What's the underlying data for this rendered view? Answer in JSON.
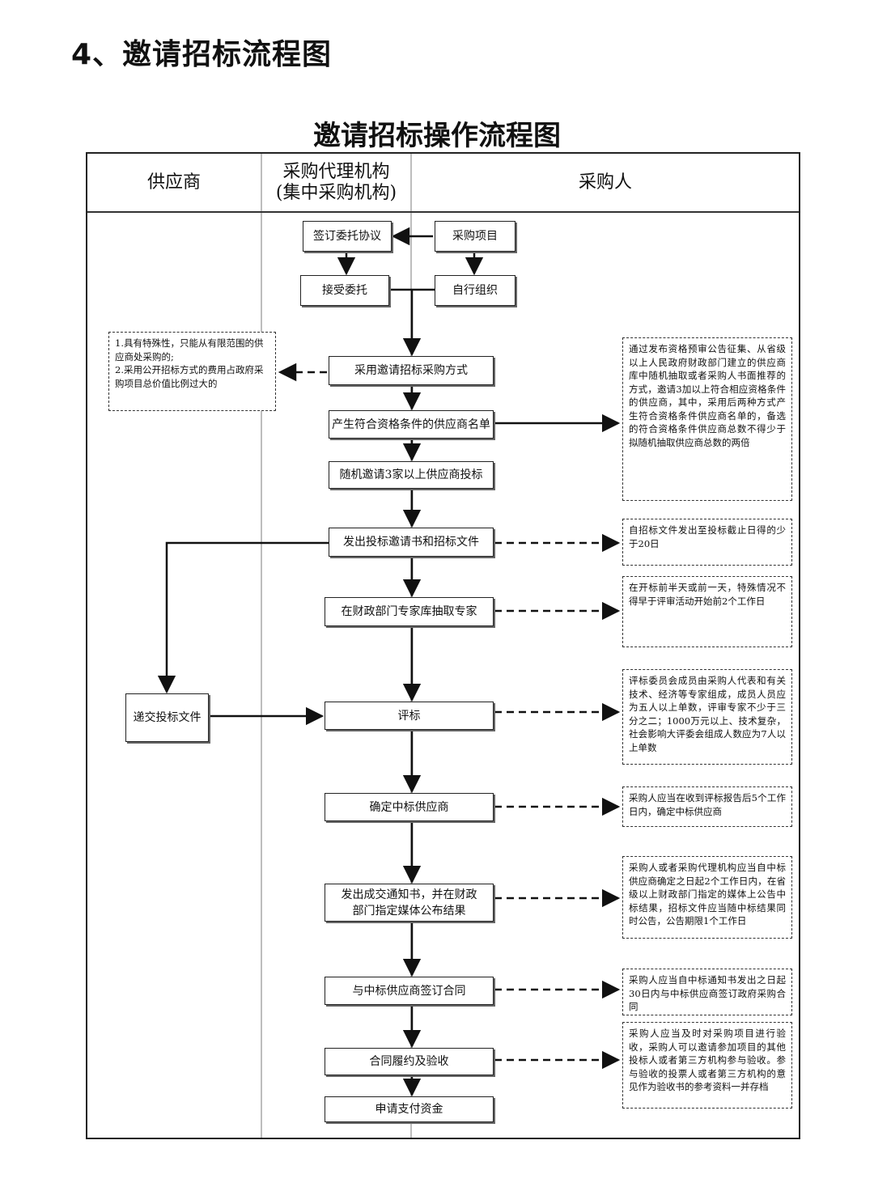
{
  "page": {
    "heading": "4、邀请招标流程图"
  },
  "chart": {
    "title": "邀请招标操作流程图"
  },
  "lanes": {
    "supplier": "供应商",
    "agency": "采购代理机构\n(集中采购机构)",
    "purchaser": "采购人"
  },
  "steps": {
    "sign_agreement": "签订委托协议",
    "procurement_project": "采购项目",
    "accept_commission": "接受委托",
    "self_organize": "自行组织",
    "adopt_invitation": "采用邀请招标采购方式",
    "supplier_list": "产生符合资格条件的供应商名单",
    "random_invite": "随机邀请3家以上供应商投标",
    "issue_docs": "发出投标邀请书和招标文件",
    "draw_experts": "在财政部门专家库抽取专家",
    "submit_bids": "递交投标文件",
    "evaluate": "评标",
    "determine_winner": "确定中标供应商",
    "issue_notice": "发出成交通知书，并在财政部门指定媒体公布结果",
    "sign_contract": "与中标供应商签订合同",
    "acceptance": "合同履约及验收",
    "apply_payment": "申请支付资金"
  },
  "notes": {
    "invitation_conditions": "1.具有特殊性，只能从有限范围的供应商处采购的;\n2.采用公开招标方式的费用占政府采购项目总价值比例过大的",
    "supplier_list": "通过发布资格预审公告征集、从省级以上人民政府财政部门建立的供应商库中随机抽取或者采购人书面推荐的方式，邀请3加以上符合相应资格条件的供应商，其中，采用后两种方式产生符合资格条件供应商名单的，备选的符合资格条件供应商总数不得少于拟随机抽取供应商总数的两倍",
    "bid_period": "自招标文件发出至投标截止日得的少于20日",
    "expert_timing": "在开标前半天或前一天，特殊情况不得早于评审活动开始前2个工作日",
    "committee": "评标委员会成员由采购人代表和有关技术、经济等专家组成，成员人员应为五人以上单数，评审专家不少于三分之二；1000万元以上、技术复杂，社会影响大评委会组成人数应为7人以上单数",
    "winner_timing": "采购人应当在收到评标报告后5个工作日内，确定中标供应商",
    "announcement": "采购人或者采购代理机构应当自中标供应商确定之日起2个工作日内，在省级以上财政部门指定的媒体上公告中标结果，招标文件应当随中标结果同时公告，公告期限1个工作日",
    "contract_timing": "采购人应当自中标通知书发出之日起30日内与中标供应商签订政府采购合同",
    "acceptance_rules": "采购人应当及时对采购项目进行验收，采购人可以邀请参加项目的其他投标人或者第三方机构参与验收。参与验收的投票人或者第三方机构的意见作为验收书的参考资料一并存档"
  }
}
